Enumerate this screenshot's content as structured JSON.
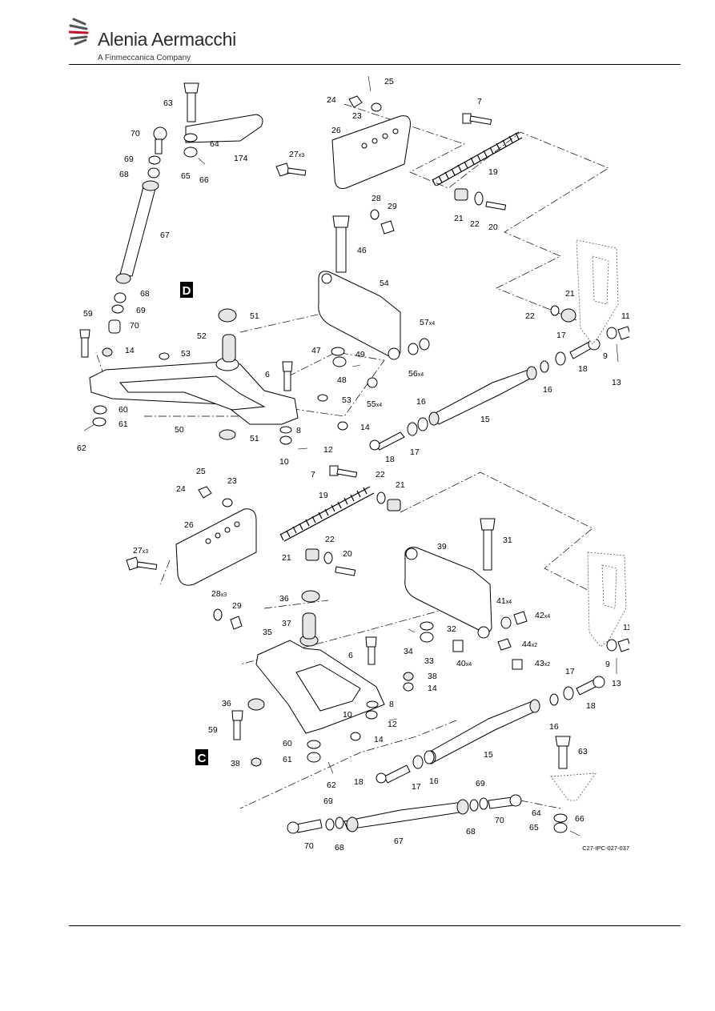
{
  "header": {
    "brand": "Alenia Aermacchi",
    "tagline": "A Finmeccanica Company"
  },
  "callouts": {
    "d": "D",
    "c": "C"
  },
  "figure_code": "C27-IPC-027-037",
  "labels_top": [
    {
      "id": "t25",
      "text": "25"
    },
    {
      "id": "t24",
      "text": "24"
    },
    {
      "id": "t23",
      "text": "23"
    },
    {
      "id": "t26",
      "text": "26"
    },
    {
      "id": "t27",
      "text": "27",
      "sub": "x3"
    },
    {
      "id": "t28",
      "text": "28"
    },
    {
      "id": "t29",
      "text": "29"
    },
    {
      "id": "t7",
      "text": "7"
    },
    {
      "id": "t19",
      "text": "19"
    },
    {
      "id": "t21",
      "text": "21"
    },
    {
      "id": "t22",
      "text": "22"
    },
    {
      "id": "t20",
      "text": "20"
    },
    {
      "id": "t63",
      "text": "63"
    },
    {
      "id": "t70a",
      "text": "70"
    },
    {
      "id": "t64",
      "text": "64"
    },
    {
      "id": "t174",
      "text": "174"
    },
    {
      "id": "t69a",
      "text": "69"
    },
    {
      "id": "t65",
      "text": "65"
    },
    {
      "id": "t66",
      "text": "66"
    },
    {
      "id": "t68a",
      "text": "68"
    },
    {
      "id": "t67",
      "text": "67"
    },
    {
      "id": "t68b",
      "text": "68"
    },
    {
      "id": "t69b",
      "text": "69"
    },
    {
      "id": "t70b",
      "text": "70"
    },
    {
      "id": "t59",
      "text": "59"
    },
    {
      "id": "t14a",
      "text": "14"
    },
    {
      "id": "t53a",
      "text": "53"
    },
    {
      "id": "t51a",
      "text": "51"
    },
    {
      "id": "t52",
      "text": "52"
    },
    {
      "id": "t46",
      "text": "46"
    },
    {
      "id": "t54",
      "text": "54"
    },
    {
      "id": "t57",
      "text": "57",
      "sub": "x4"
    },
    {
      "id": "t47",
      "text": "47"
    },
    {
      "id": "t49",
      "text": "49"
    },
    {
      "id": "t56",
      "text": "56",
      "sub": "x4"
    },
    {
      "id": "t48",
      "text": "48"
    },
    {
      "id": "t55",
      "text": "55",
      "sub": "x4"
    },
    {
      "id": "t6a",
      "text": "6"
    },
    {
      "id": "t53b",
      "text": "53"
    },
    {
      "id": "t22b",
      "text": "22"
    },
    {
      "id": "t21b",
      "text": "21"
    },
    {
      "id": "t11a",
      "text": "11"
    },
    {
      "id": "t17a",
      "text": "17"
    },
    {
      "id": "t9a",
      "text": "9"
    },
    {
      "id": "t18a",
      "text": "18"
    },
    {
      "id": "t13a",
      "text": "13"
    },
    {
      "id": "t16a",
      "text": "16"
    },
    {
      "id": "t16b",
      "text": "16"
    },
    {
      "id": "t15a",
      "text": "15"
    },
    {
      "id": "t60a",
      "text": "60"
    },
    {
      "id": "t61a",
      "text": "61"
    },
    {
      "id": "t50",
      "text": "50"
    },
    {
      "id": "t51b",
      "text": "51"
    },
    {
      "id": "t62a",
      "text": "62"
    },
    {
      "id": "t8a",
      "text": "8"
    },
    {
      "id": "t14b",
      "text": "14"
    },
    {
      "id": "t10a",
      "text": "10"
    },
    {
      "id": "t12a",
      "text": "12"
    },
    {
      "id": "t18b",
      "text": "18"
    },
    {
      "id": "t17b",
      "text": "17"
    }
  ],
  "labels_bottom": [
    {
      "id": "b25",
      "text": "25"
    },
    {
      "id": "b24",
      "text": "24"
    },
    {
      "id": "b23",
      "text": "23"
    },
    {
      "id": "b7",
      "text": "7"
    },
    {
      "id": "b22a",
      "text": "22"
    },
    {
      "id": "b21a",
      "text": "21"
    },
    {
      "id": "b19",
      "text": "19"
    },
    {
      "id": "b26",
      "text": "26"
    },
    {
      "id": "b22b",
      "text": "22"
    },
    {
      "id": "b27",
      "text": "27",
      "sub": "x3"
    },
    {
      "id": "b21b",
      "text": "21"
    },
    {
      "id": "b20",
      "text": "20"
    },
    {
      "id": "b31",
      "text": "31"
    },
    {
      "id": "b39",
      "text": "39"
    },
    {
      "id": "b28",
      "text": "28",
      "sub": "x3"
    },
    {
      "id": "b29",
      "text": "29"
    },
    {
      "id": "b36a",
      "text": "36"
    },
    {
      "id": "b41",
      "text": "41",
      "sub": "x4"
    },
    {
      "id": "b42",
      "text": "42",
      "sub": "x4"
    },
    {
      "id": "b37",
      "text": "37"
    },
    {
      "id": "b32",
      "text": "32"
    },
    {
      "id": "b35",
      "text": "35"
    },
    {
      "id": "b44",
      "text": "44",
      "sub": "x2"
    },
    {
      "id": "b34",
      "text": "34"
    },
    {
      "id": "b11",
      "text": "11"
    },
    {
      "id": "b40",
      "text": "40",
      "sub": "x4"
    },
    {
      "id": "b43",
      "text": "43",
      "sub": "x2"
    },
    {
      "id": "b33",
      "text": "33"
    },
    {
      "id": "b6",
      "text": "6"
    },
    {
      "id": "b9",
      "text": "9"
    },
    {
      "id": "b38a",
      "text": "38"
    },
    {
      "id": "b14a",
      "text": "14"
    },
    {
      "id": "b13",
      "text": "13"
    },
    {
      "id": "b17a",
      "text": "17"
    },
    {
      "id": "b36b",
      "text": "36"
    },
    {
      "id": "b8",
      "text": "8"
    },
    {
      "id": "b18a",
      "text": "18"
    },
    {
      "id": "b10",
      "text": "10"
    },
    {
      "id": "b12",
      "text": "12"
    },
    {
      "id": "b16a",
      "text": "16"
    },
    {
      "id": "b59",
      "text": "59"
    },
    {
      "id": "b14b",
      "text": "14"
    },
    {
      "id": "b60",
      "text": "60"
    },
    {
      "id": "b15",
      "text": "15"
    },
    {
      "id": "b63",
      "text": "63"
    },
    {
      "id": "b38b",
      "text": "38"
    },
    {
      "id": "b61",
      "text": "61"
    },
    {
      "id": "b18b",
      "text": "18"
    },
    {
      "id": "b17b",
      "text": "17"
    },
    {
      "id": "b16b",
      "text": "16"
    },
    {
      "id": "b62",
      "text": "62"
    },
    {
      "id": "b69a",
      "text": "69"
    },
    {
      "id": "b69b",
      "text": "69"
    },
    {
      "id": "b64",
      "text": "64"
    },
    {
      "id": "b66",
      "text": "66"
    },
    {
      "id": "b65",
      "text": "65"
    },
    {
      "id": "b70a",
      "text": "70"
    },
    {
      "id": "b68a",
      "text": "68"
    },
    {
      "id": "b67",
      "text": "67"
    },
    {
      "id": "b68b",
      "text": "68"
    },
    {
      "id": "b70b",
      "text": "70"
    }
  ]
}
